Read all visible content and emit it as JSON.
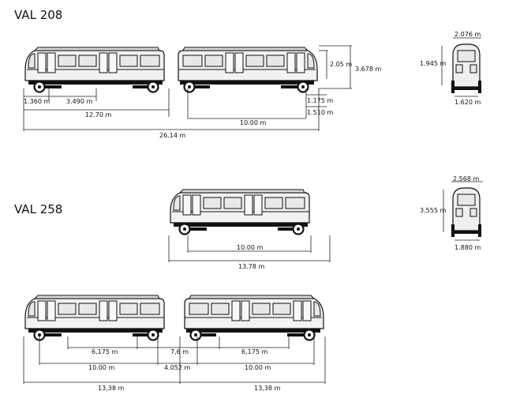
{
  "val208": {
    "title": "VAL 208",
    "dims": {
      "height": "2.05 m",
      "total_height": "3.678 m",
      "nose": "1.360 m",
      "bogie_spacing": "3.490 m",
      "car_length": "12.70 m",
      "bogie_distance": "10.00 m",
      "total_length": "26.14 m",
      "step": "1.175 m",
      "wheel": "1.510 m",
      "front_width": "2.076 m",
      "front_height": "1.945 m",
      "track_width": "1.620 m"
    }
  },
  "val258": {
    "title": "VAL 258",
    "dims": {
      "bogie_distance": "10.00 m",
      "car_length": "13.78 m",
      "front_width": "2.568 m",
      "front_height": "3.555 m",
      "track_width": "1.880 m",
      "end_spacing": "6,175 m",
      "center_spacing": "7,6 m",
      "end_spacing_2": "6,175 m",
      "bogie_left": "10.00 m",
      "coupling": "4.052 m",
      "bogie_right": "10.00 m",
      "length_left": "13,38 m",
      "length_right": "13,38 m"
    }
  }
}
